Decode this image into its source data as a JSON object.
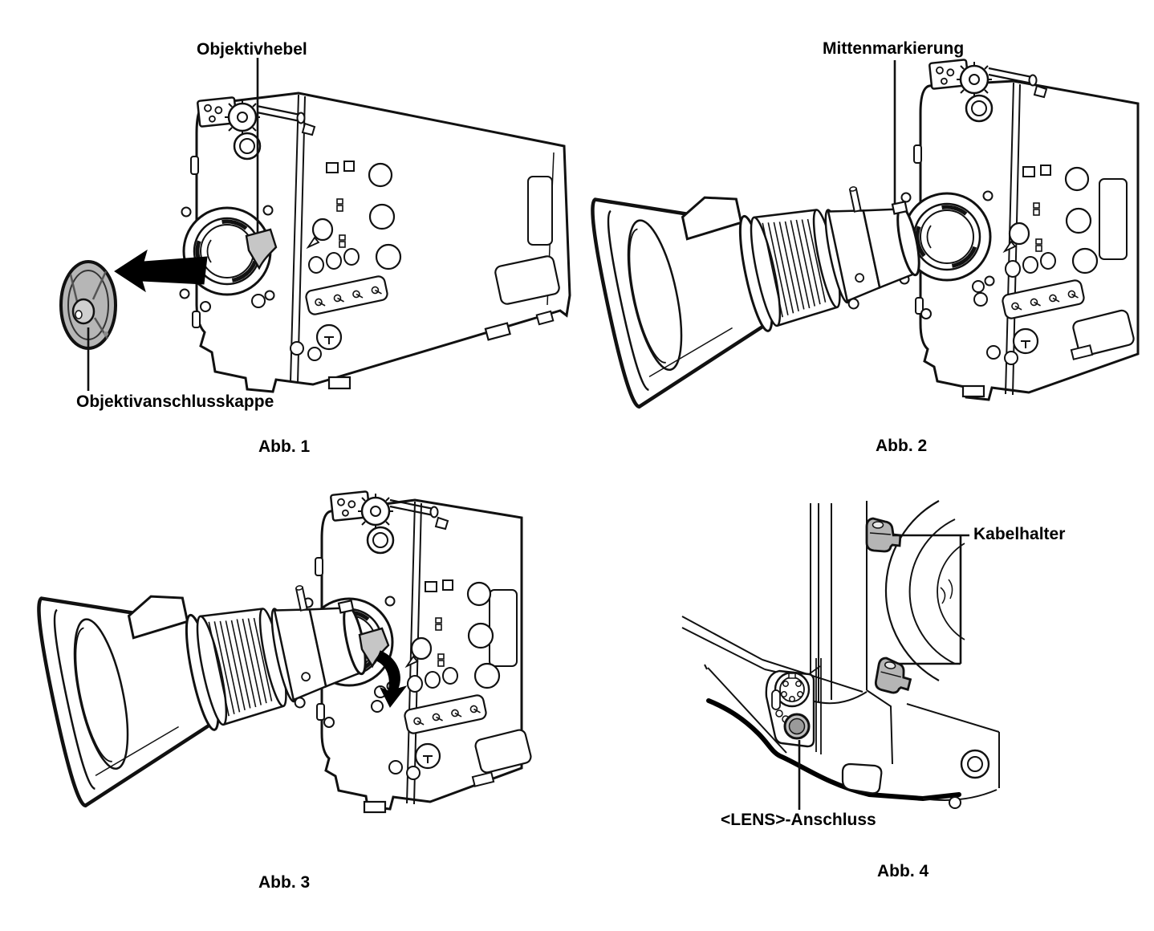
{
  "colors": {
    "line": "#111111",
    "lever_gray": "#c6c6c6",
    "cap_gray": "#b6b6b6",
    "clip_gray": "#b5b5b5",
    "connector_gray": "#bdbdbd",
    "connector_inner_gray": "#9a9a9a",
    "arrow_black": "#000000"
  },
  "icons": {
    "removal_arrow": "solid-left-arrow",
    "rotation_arrow": "curved-down-arrow"
  },
  "figures": [
    {
      "caption": "Abb. 1",
      "labels": {
        "lens_lever": "Objektivhebel",
        "lens_mount_cap": "Objektivanschlusskappe"
      }
    },
    {
      "caption": "Abb. 2",
      "labels": {
        "center_marking": "Mittenmarkierung"
      }
    },
    {
      "caption": "Abb. 3",
      "labels": {}
    },
    {
      "caption": "Abb. 4",
      "labels": {
        "cable_holder": "Kabelhalter",
        "lens_connector": "<LENS>-Anschluss"
      }
    }
  ]
}
